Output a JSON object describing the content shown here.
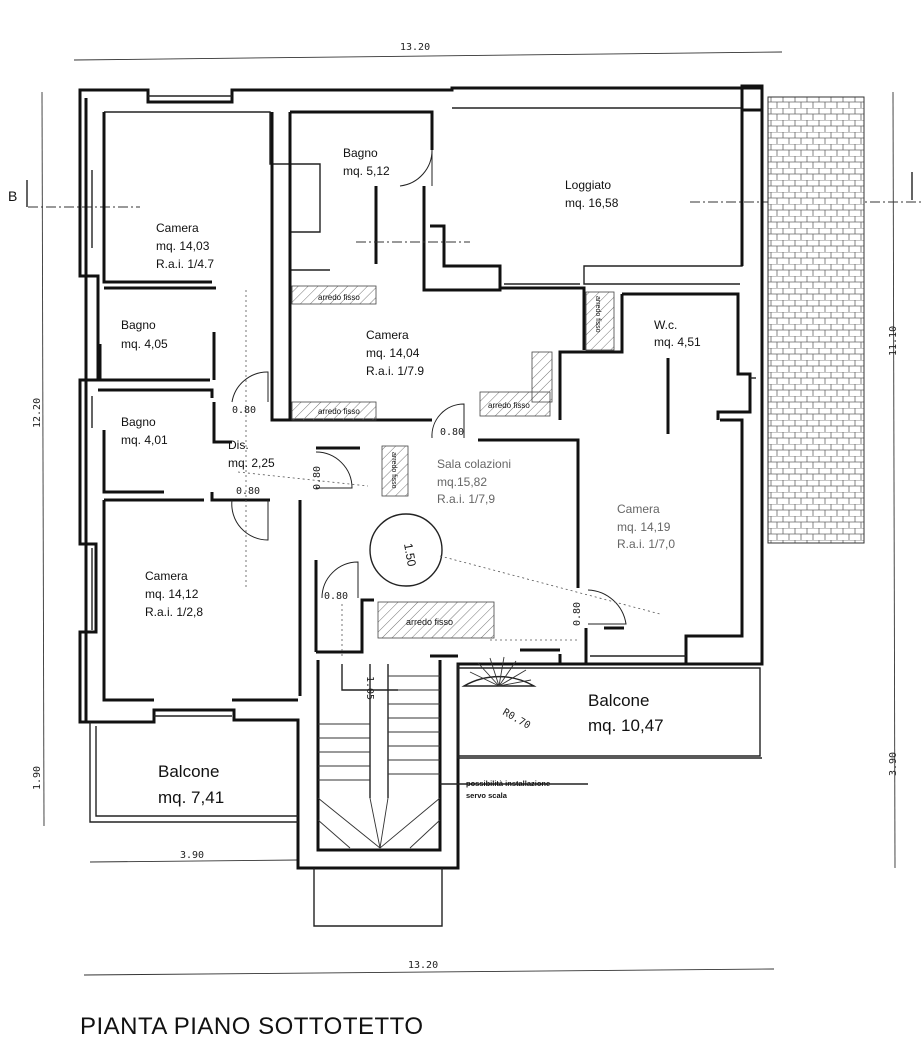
{
  "title": "PIANTA PIANO SOTTOTETTO",
  "section_marker": "B",
  "rooms": [
    {
      "name": "Camera",
      "area": "mq. 14,03",
      "rai": "R.a.i. 1/4.7"
    },
    {
      "name": "Bagno",
      "area": "mq. 5,12"
    },
    {
      "name": "Loggiato",
      "area": "mq. 16,58"
    },
    {
      "name": "Bagno",
      "area": "mq. 4,05"
    },
    {
      "name": "Camera",
      "area": "mq. 14,04",
      "rai": "R.a.i. 1/7.9"
    },
    {
      "name": "W.c.",
      "area": "mq. 4,51"
    },
    {
      "name": "Bagno",
      "area": "mq. 4,01"
    },
    {
      "name": "Dis.",
      "area": "mq. 2,25"
    },
    {
      "name": "Sala colazioni",
      "area": "mq.15,82",
      "rai": "R.a.i. 1/7,9"
    },
    {
      "name": "Camera",
      "area": "mq. 14,19",
      "rai": "R.a.i. 1/7,0"
    },
    {
      "name": "Camera",
      "area": "mq. 14,12",
      "rai": "R.a.i. 1/2,8"
    },
    {
      "name": "Balcone",
      "area": "mq. 10,47"
    },
    {
      "name": "Balcone",
      "area": "mq. 7,41"
    }
  ],
  "fixtures": {
    "arredo_fisso": "arredo fisso",
    "stair_note_line1": "possibilità installazione",
    "stair_note_line2": "servo scala",
    "turn_circle": "1.50",
    "stair_radius": "R0.70",
    "stair_height": "1.05"
  },
  "door_widths": [
    "0.80",
    "0.80",
    "0.80",
    "0.80",
    "0.80",
    "0.80"
  ],
  "dimensions": {
    "top": "13.20",
    "bottom": "13.20",
    "left": "12.20",
    "left_lower": "1.90",
    "right": "11.10",
    "right_lower": "3.90",
    "balcony_width": "3.90"
  }
}
